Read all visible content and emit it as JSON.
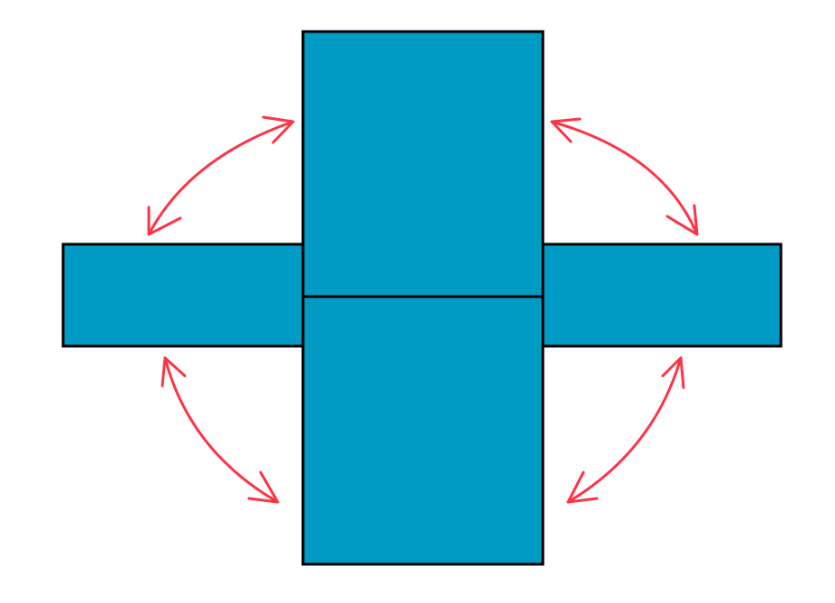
{
  "diagram": {
    "colors": {
      "background": "#ffffff",
      "panel_fill": "#009bc5",
      "panel_stroke": "#000000",
      "arrow": "#ff3344"
    },
    "panels": [
      {
        "id": "top",
        "role": "upper-center"
      },
      {
        "id": "bottom",
        "role": "lower-center"
      },
      {
        "id": "left",
        "role": "left-arm"
      },
      {
        "id": "right",
        "role": "right-arm"
      }
    ],
    "arrows": [
      {
        "id": "upper-left",
        "type": "double-headed-curve",
        "connects": [
          "left",
          "top"
        ]
      },
      {
        "id": "upper-right",
        "type": "double-headed-curve",
        "connects": [
          "top",
          "right"
        ]
      },
      {
        "id": "lower-left",
        "type": "double-headed-curve",
        "connects": [
          "left",
          "bottom"
        ]
      },
      {
        "id": "lower-right",
        "type": "double-headed-curve",
        "connects": [
          "right",
          "bottom"
        ]
      }
    ]
  }
}
